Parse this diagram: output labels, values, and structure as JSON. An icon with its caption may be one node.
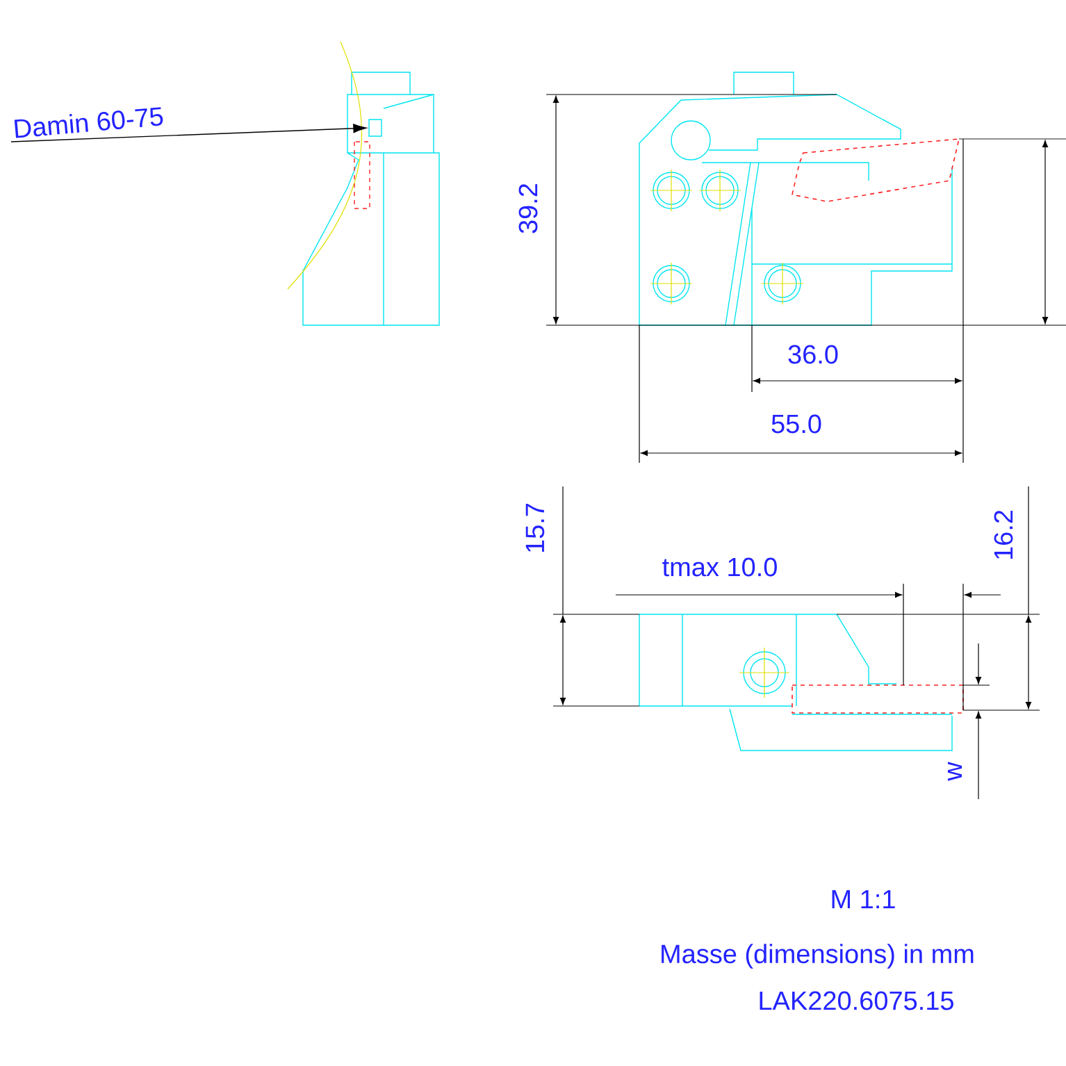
{
  "diagram": {
    "nodes": [
      {
        "text": [
          "Damin 60-75"
        ]
      },
      {
        "text": [],
        "shape": "box"
      }
    ],
    "edges": [
      {
        "from": 0,
        "to": 1,
        "arrow": "to"
      }
    ],
    "labels": [
      "39.2",
      "36.0",
      "55.0",
      "15.7",
      "tmax 10.0",
      "16.2",
      "w",
      "M 1:1",
      "Masse (dimensions) in mm",
      "LAK220.6075.15"
    ]
  }
}
